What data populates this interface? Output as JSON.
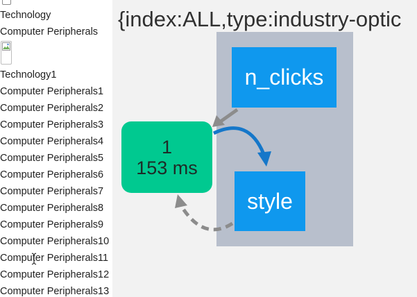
{
  "left_list": {
    "items": [
      "Technology",
      "Computer Peripherals",
      "Technology1",
      "Computer Peripherals1",
      "Computer Peripherals2",
      "Computer Peripherals3",
      "Computer Peripherals4",
      "Computer Peripherals5",
      "Computer Peripherals6",
      "Computer Peripherals7",
      "Computer Peripherals8",
      "Computer Peripherals9",
      "Computer Peripherals10",
      "Computer Peripherals11",
      "Computer Peripherals12",
      "Computer Peripherals13"
    ]
  },
  "debug": {
    "callback_id": "{index:ALL,type:industry-optic",
    "input_property": "n_clicks",
    "output_property": "style",
    "call_count": "1",
    "duration": "153 ms"
  },
  "colors": {
    "node_blue": "#0f98ee",
    "callback_green": "#00c990",
    "group_gray": "#b8bfcc",
    "input_arrow": "#8c8c8c",
    "output_arrow": "#1577c9"
  },
  "icons": {
    "image": "broken-image-icon",
    "cursor": "text-cursor-icon"
  }
}
